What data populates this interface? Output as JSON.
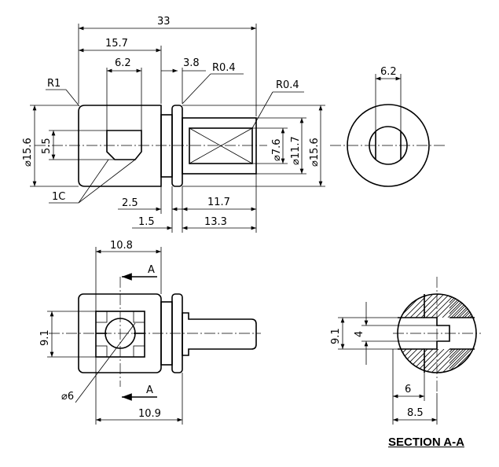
{
  "front_view": {
    "overall_length": "33",
    "body_length": "15.7",
    "pocket_width": "6.2",
    "flange_offset": "3.8",
    "radius_flange": "R0.4",
    "radius_corner": "R1",
    "radius_bore": "R0.4",
    "outer_dia": "⌀15.6",
    "pocket_depth": "5.5",
    "bore_dia": "⌀7.6",
    "shaft_dia": "⌀11.7",
    "outer_dia_right": "⌀15.6",
    "chamfer": "1C",
    "gap": "2.5",
    "shaft_len": "11.7",
    "flange_thk": "1.5",
    "tail_len": "13.3"
  },
  "side_view": {
    "slot_width": "6.2"
  },
  "top_view": {
    "body_len": "10.8",
    "section_mark_top": "A",
    "section_mark_bottom": "A",
    "height": "9.1",
    "hole_dia": "⌀6",
    "flange_pos": "10.9"
  },
  "section_view": {
    "height": "9.1",
    "slot": "4",
    "step": "6",
    "depth": "8.5",
    "title": "SECTION A-A"
  }
}
